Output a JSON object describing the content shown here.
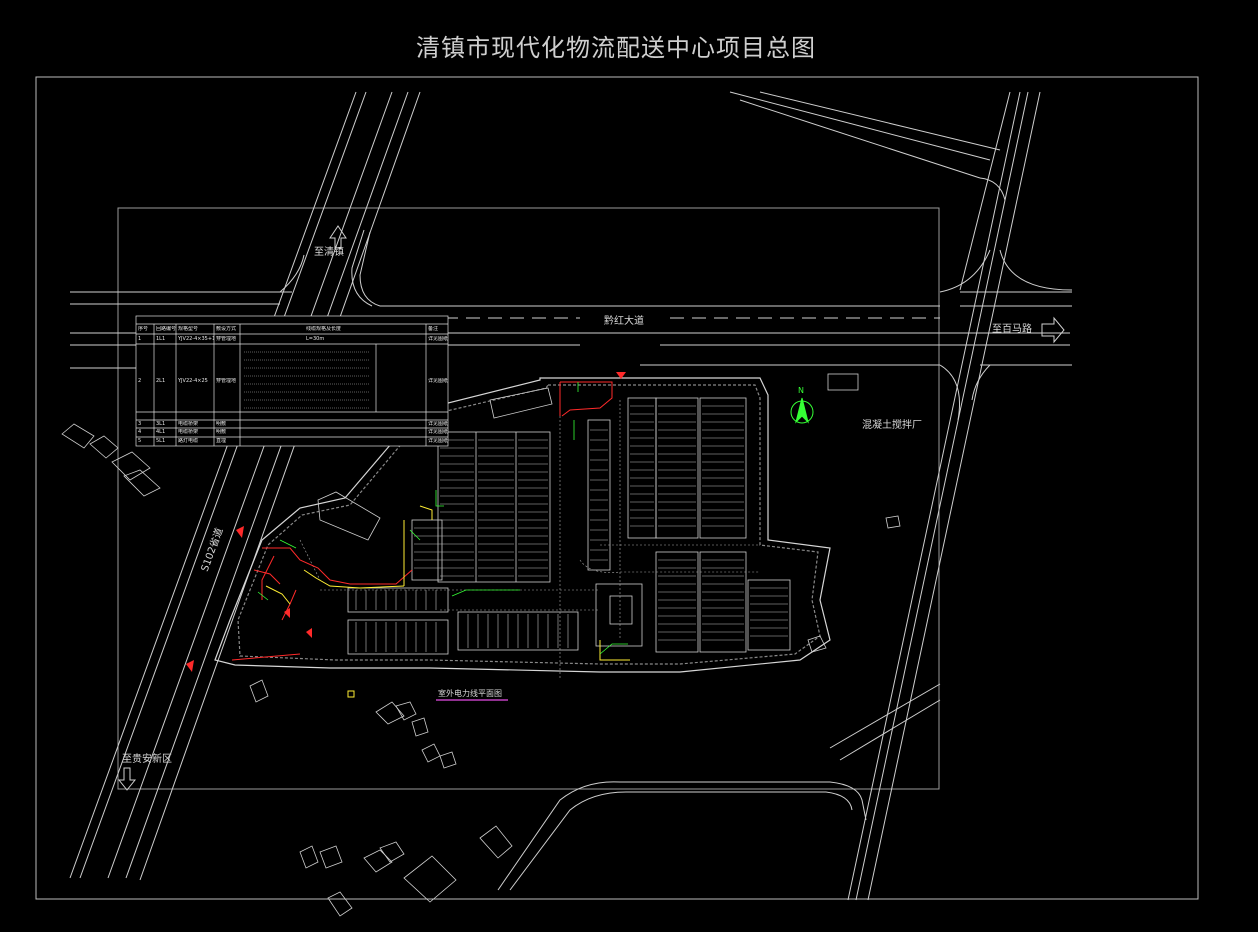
{
  "title": "清镇市现代化物流配送中心项目总图",
  "labels": {
    "to_qingzhen": "至清镇",
    "to_baima": "至百马路",
    "qianhong_road": "黔红大道",
    "to_guian": "至贵安新区",
    "s102": "S102省道",
    "concrete_plant": "混凝土搅拌厂",
    "north_arrow": "N",
    "plan_legend": "室外电力线平面图"
  },
  "legend_table": {
    "header": [
      "序号",
      "回路编号",
      "规格型号",
      "敷设方式",
      "线缆规格及长度",
      "",
      "备注"
    ],
    "rows": [
      [
        "1",
        "1L1",
        "YJV22-4×35+1×16",
        "穿管埋地",
        "L=30m",
        "",
        "详见图纸"
      ],
      [
        "2",
        "2L1",
        "YJV22-4×25",
        "穿管埋地",
        "",
        "",
        "详见图纸"
      ],
      [
        "3",
        "3L1",
        "电缆桥架",
        "明敷",
        "",
        "",
        "详见图纸"
      ],
      [
        "4",
        "4L1",
        "电缆桥架",
        "明敷",
        "",
        "",
        "详见图纸"
      ],
      [
        "5",
        "5L1",
        "路灯电缆",
        "直埋",
        "",
        "",
        "详见图纸"
      ]
    ]
  },
  "colors": {
    "background": "#000000",
    "linework": "#d0d0d0",
    "annotation": "#35ff35",
    "power_line": "#ff2a2a",
    "secondary_line": "#ffee33",
    "legend_underline": "#c040c0"
  }
}
